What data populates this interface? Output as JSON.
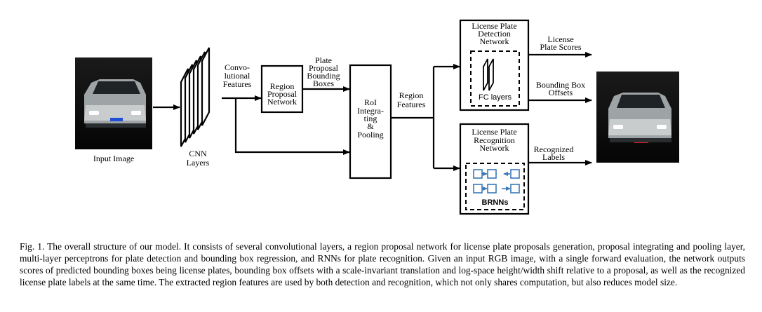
{
  "diagram": {
    "input_image_label": "Input Image",
    "cnn_label_1": "CNN",
    "cnn_label_2": "Layers",
    "conv_features_1": "Convo-",
    "conv_features_2": "lutional",
    "conv_features_3": "Features",
    "rpn_1": "Region",
    "rpn_2": "Proposal",
    "rpn_3": "Network",
    "plate_boxes_1": "Plate",
    "plate_boxes_2": "Proposal",
    "plate_boxes_3": "Bounding",
    "plate_boxes_4": "Boxes",
    "roi_1": "RoI",
    "roi_2": "Integra-",
    "roi_3": "ting",
    "roi_4": "&",
    "roi_5": "Pooling",
    "region_features_1": "Region",
    "region_features_2": "Features",
    "det_net_1": "License Plate",
    "det_net_2": "Detection",
    "det_net_3": "Network",
    "fc_layers": "FC layers",
    "rec_net_1": "License Plate",
    "rec_net_2": "Recognition",
    "rec_net_3": "Network",
    "brnns": "BRNNs",
    "scores_1": "License",
    "scores_2": "Plate Scores",
    "bbox_1": "Bounding Box",
    "bbox_2": "Offsets",
    "labels_1": "Recognized",
    "labels_2": "Labels"
  },
  "caption": "Fig. 1.  The overall structure of our model. It consists of several convolutional layers, a region proposal network for license plate proposals generation, proposal integrating and pooling layer, multi-layer perceptrons for plate detection and bounding box regression, and RNNs for plate recognition. Given an input RGB image, with a single forward evaluation, the network outputs scores of predicted bounding boxes being license plates, bounding box offsets with a scale-invariant translation and log-space height/width shift relative to a proposal, as well as the recognized license plate labels at the same time. The extracted region features are used by both detection and recognition, which not only shares computation, but also reduces model size.",
  "colors": {
    "brnn_cell": "#3a78b8"
  }
}
